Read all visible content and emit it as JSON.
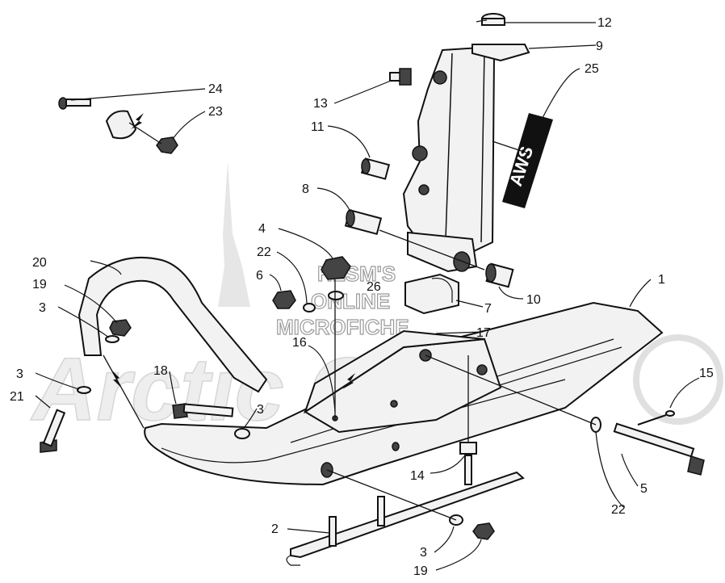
{
  "watermark": {
    "line1": "HLSM'S",
    "line2": "ONLINE",
    "line3": "MICROFICHE",
    "brand": "Arctic Cat"
  },
  "decal_text": "AWS",
  "callouts": [
    {
      "id": "c1",
      "label": "1"
    },
    {
      "id": "c2",
      "label": "2"
    },
    {
      "id": "c3a",
      "label": "3"
    },
    {
      "id": "c3b",
      "label": "3"
    },
    {
      "id": "c3c",
      "label": "3"
    },
    {
      "id": "c3d",
      "label": "3"
    },
    {
      "id": "c4",
      "label": "4"
    },
    {
      "id": "c5",
      "label": "5"
    },
    {
      "id": "c6",
      "label": "6"
    },
    {
      "id": "c7",
      "label": "7"
    },
    {
      "id": "c8",
      "label": "8"
    },
    {
      "id": "c9",
      "label": "9"
    },
    {
      "id": "c10",
      "label": "10"
    },
    {
      "id": "c11",
      "label": "11"
    },
    {
      "id": "c12",
      "label": "12"
    },
    {
      "id": "c13",
      "label": "13"
    },
    {
      "id": "c14",
      "label": "14"
    },
    {
      "id": "c15",
      "label": "15"
    },
    {
      "id": "c16",
      "label": "16"
    },
    {
      "id": "c17",
      "label": "17"
    },
    {
      "id": "c18",
      "label": "18"
    },
    {
      "id": "c19a",
      "label": "19"
    },
    {
      "id": "c19b",
      "label": "19"
    },
    {
      "id": "c20",
      "label": "20"
    },
    {
      "id": "c21",
      "label": "21"
    },
    {
      "id": "c22a",
      "label": "22"
    },
    {
      "id": "c22b",
      "label": "22"
    },
    {
      "id": "c23",
      "label": "23"
    },
    {
      "id": "c24",
      "label": "24"
    },
    {
      "id": "c25",
      "label": "25"
    },
    {
      "id": "c26",
      "label": "26"
    }
  ]
}
